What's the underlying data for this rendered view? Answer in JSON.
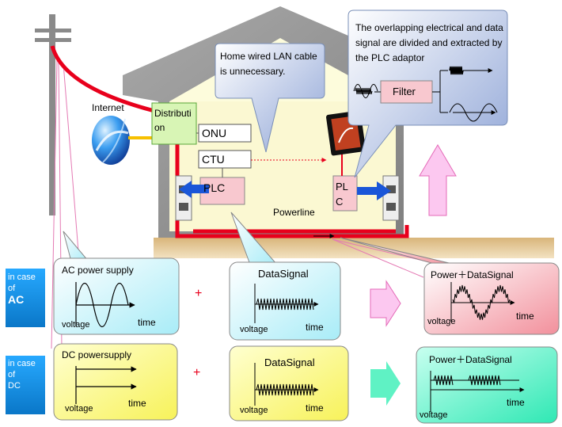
{
  "labels": {
    "internet": "Internet",
    "distribution": "Distribution",
    "onu": "ONU",
    "ctu": "CTU",
    "plc_left": "PLC",
    "plc_right": "PLC",
    "powerline": "Powerline",
    "filter": "Filter"
  },
  "callouts": {
    "lan": "Home wired LAN cable is unnecessary.",
    "plc_adaptor": "The overlapping electrical and data signal are divided and extracted by the PLC adaptor"
  },
  "ac_row": {
    "tag_line1": "in case",
    "tag_line2": "of",
    "tag_line3": "AC",
    "power_title": "AC power supply",
    "data_title": "DataSignal",
    "combined_title": "Power＋DataSignal",
    "plus": "+"
  },
  "dc_row": {
    "tag_line1": "in case",
    "tag_line2": "of",
    "tag_line3": "DC",
    "power_title": "DC powersupply",
    "data_title": "DataSignal",
    "combined_title": "Power＋DataSignal",
    "plus": "+"
  },
  "axis": {
    "voltage": "voltage",
    "time": "time"
  },
  "colors": {
    "power_line": "#e8001c",
    "ac_panel": "#ccf4fb",
    "dc_panel": "#fbf98c",
    "ac_combined": "#f9c2c7",
    "dc_combined": "#5ff2c4",
    "tag_blue": "#0d8fe0",
    "arrow_blue": "#1a56d8",
    "arrow_pink": "#f9b8e8"
  }
}
